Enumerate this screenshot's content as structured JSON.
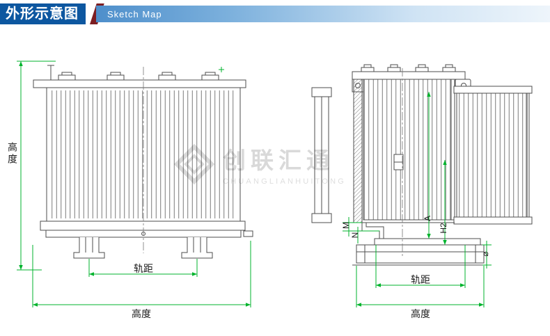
{
  "header": {
    "title": "外形示意图",
    "subtitle": "Sketch Map"
  },
  "watermark": {
    "name": "创联汇通",
    "latin": "CHUANGLIANHUITONG"
  },
  "front_view": {
    "height_label": "高度",
    "gauge_label": "轨距",
    "width_label": "高度"
  },
  "side_view": {
    "m_label": "M",
    "n_label": "N",
    "a_label": "A",
    "h2_label": "H2",
    "phi_label": "⌀",
    "gauge_label": "轨距",
    "width_label": "高度"
  },
  "colors": {
    "header_bar_blue": "#0d57a0",
    "header_accent_red": "#7c1d22",
    "dimension_green": "#00b32c",
    "drawing_stroke": "#4d4d4d",
    "watermark_gray": "#d9d9d9"
  }
}
